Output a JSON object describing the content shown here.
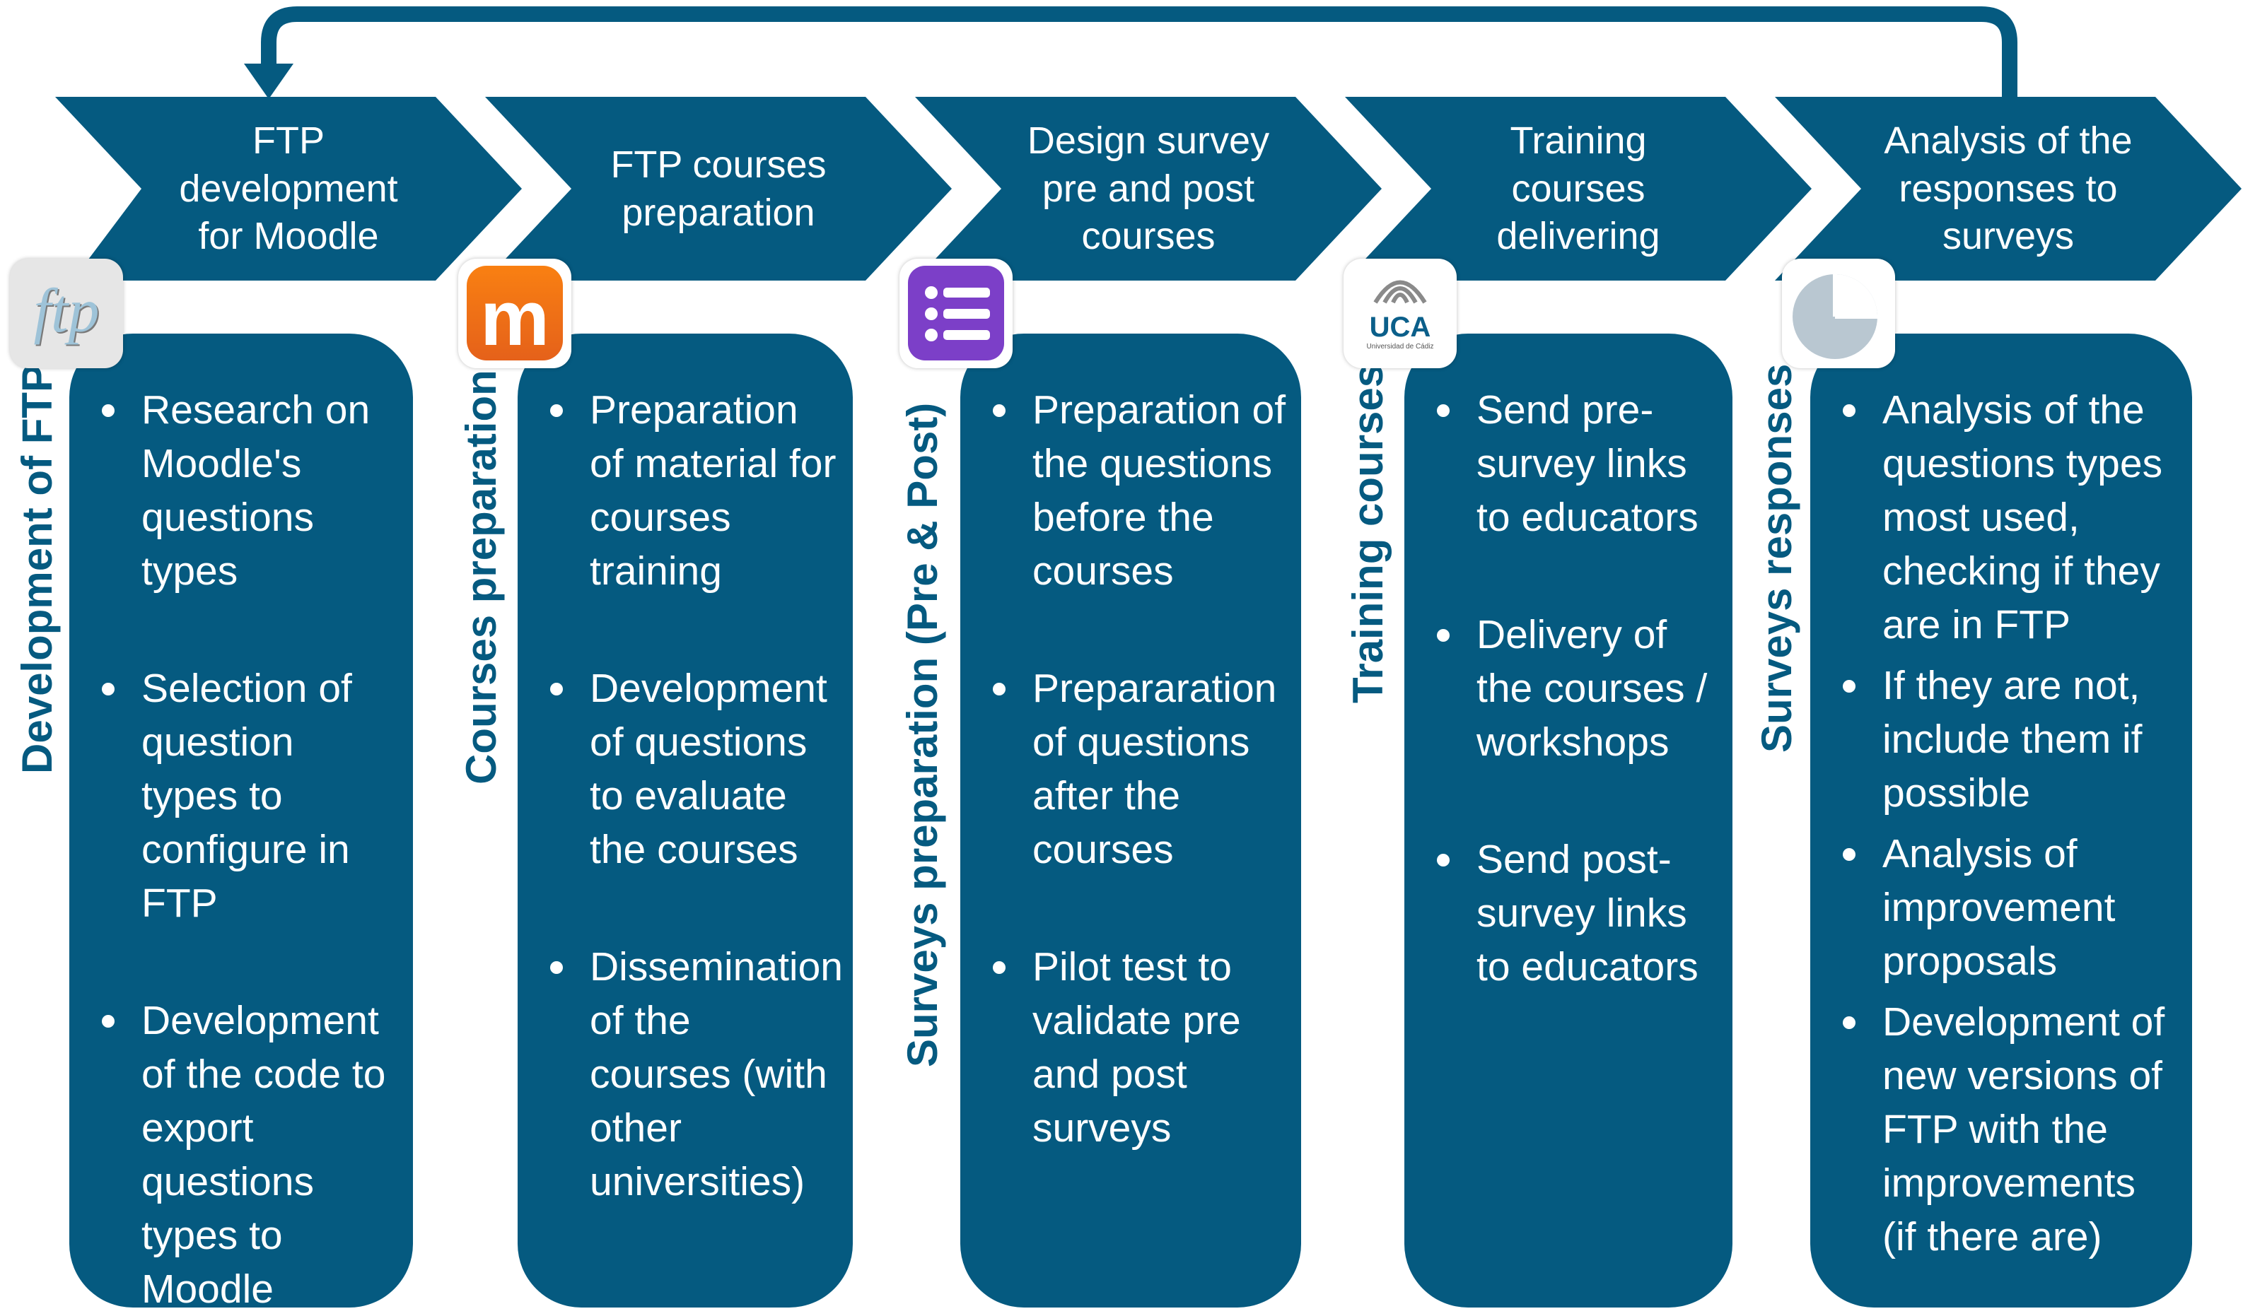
{
  "steps": [
    {
      "title": "FTP development for Moodle"
    },
    {
      "title": "FTP courses preparation"
    },
    {
      "title": "Design survey pre and post courses"
    },
    {
      "title": "Training courses delivering"
    },
    {
      "title": "Analysis of the responses to surveys"
    }
  ],
  "columns": [
    {
      "side_label": "Development of FTP",
      "icon": "ftp-logo",
      "logo_text": "ftp",
      "items": [
        "Research on Moodle's questions types",
        "Selection of question types to configure in FTP",
        "Development of the code to export questions types to Moodle"
      ]
    },
    {
      "side_label": "Courses preparation",
      "icon": "moodle-logo",
      "logo_text": "m",
      "items": [
        "Preparation of material for courses training",
        "Development of questions to evaluate the courses",
        "Dissemination of the courses (with other universities)"
      ]
    },
    {
      "side_label": "Surveys preparation (Pre & Post)",
      "icon": "forms-icon",
      "items": [
        "Preparation of the questions before the courses",
        "Prepararation of questions after the courses",
        "Pilot test to validate pre and post surveys"
      ]
    },
    {
      "side_label": "Training courses",
      "icon": "uca-logo",
      "logo_text": "UCA",
      "logo_subtext": "Universidad de Cádiz",
      "items": [
        "Send pre-survey links to educators",
        "Delivery of the courses / workshops",
        "Send post-survey links to educators"
      ]
    },
    {
      "side_label": "Surveys responses",
      "icon": "pie-chart-icon",
      "items": [
        "Analysis of the questions types most used, checking if they are in FTP",
        "If they are not, include them if possible",
        "Analysis of improvement proposals",
        "Development of new versions of FTP with the improvements (if there are)"
      ]
    }
  ],
  "colors": {
    "primary": "#055a80",
    "moodle_orange": "#f47216",
    "forms_purple": "#7c3fc8"
  }
}
